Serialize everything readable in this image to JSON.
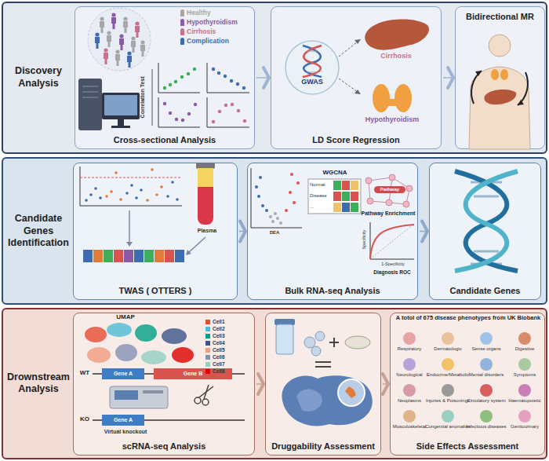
{
  "diagram": {
    "nodes": [
      {
        "text": [
          "Discovery Analysis"
        ]
      },
      {
        "text": [
          "Cross-sectional Analysis"
        ],
        "in": 0
      },
      {
        "text": [
          "LD Score Regression"
        ],
        "in": 0
      },
      {
        "text": [
          "Bidirectional MR"
        ],
        "in": 0
      },
      {
        "text": [
          "Candidate Genes Identification"
        ]
      },
      {
        "text": [
          "TWAS ( OTTERS )"
        ],
        "in": 4
      },
      {
        "text": [
          "Bulk RNA-seq Analysis"
        ],
        "in": 4
      },
      {
        "text": [
          "Candidate Genes"
        ],
        "in": 4
      },
      {
        "text": [
          "Drownstream Analysis"
        ]
      },
      {
        "text": [
          "scRNA-seq Analysis"
        ],
        "in": 8
      },
      {
        "text": [
          "Druggability Assessment"
        ],
        "in": 8
      },
      {
        "text": [
          "Side Effects Assessment"
        ],
        "in": 8
      }
    ],
    "edges": [
      {
        "from": 1,
        "to": 2,
        "arrow": "to"
      },
      {
        "from": 2,
        "to": 3,
        "arrow": "to"
      },
      {
        "from": 5,
        "to": 6,
        "arrow": "to"
      },
      {
        "from": 6,
        "to": 7,
        "arrow": "to"
      },
      {
        "from": 9,
        "to": 10,
        "arrow": "to"
      },
      {
        "from": 10,
        "to": 11,
        "arrow": "to"
      }
    ],
    "labels": [
      "Correlation Test",
      "GWAS",
      "Cirrhosis",
      "Hypothyroidism",
      "Plasma",
      "DEA",
      "WGCNA",
      "Normal",
      "Disease",
      "...",
      "Pathway",
      "Pathway Enrichment",
      "Specificity",
      "1-Specificity",
      "Diagnosis ROC",
      "UMAP",
      "WT",
      "Gene A",
      "Gene B",
      "KO",
      "Gene A",
      "Virtual knockout",
      "A totol of 675 disease phenotypes from UK Biobank",
      "Respiratory",
      "Dermatologic",
      "Sense organs",
      "Digestive",
      "Neurological",
      "Endocrine/Metabolic",
      "Mental disorders",
      "Symptoms",
      "Neoplasms",
      "Injuries & Poisonings",
      "Circulatory system",
      "Haematopoietic",
      "Musculoskeletal",
      "Congenital anomalies",
      "Infectious diseases",
      "Genitourinary"
    ],
    "legend": [
      {
        "text": "Healthy",
        "color": "#a7a7a7"
      },
      {
        "text": "Hypothyroidism",
        "color": "#8a5aa6"
      },
      {
        "text": "Cirrhosis",
        "color": "#c9708c"
      },
      {
        "text": "Complication",
        "color": "#3d6db0"
      },
      {
        "text": "Cell1",
        "color": "#e64b35"
      },
      {
        "text": "Cell2",
        "color": "#4dbbd5"
      },
      {
        "text": "Cell3",
        "color": "#00a087"
      },
      {
        "text": "Cell4",
        "color": "#3c5488"
      },
      {
        "text": "Cell5",
        "color": "#f39b7f"
      },
      {
        "text": "Cell6",
        "color": "#8491b4"
      },
      {
        "text": "Cell7",
        "color": "#91d1c2"
      },
      {
        "text": "Cell8",
        "color": "#dc0000"
      }
    ]
  }
}
